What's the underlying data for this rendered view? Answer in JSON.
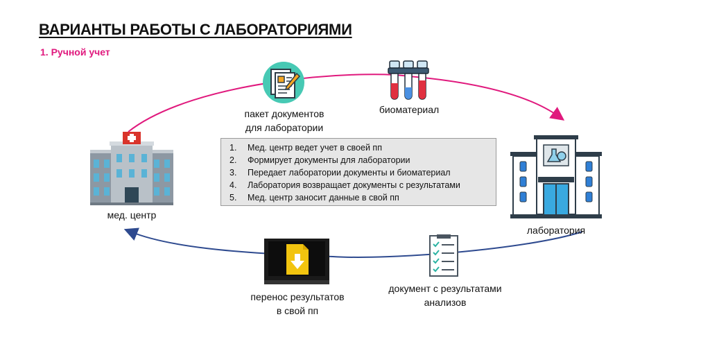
{
  "title": "ВАРИАНТЫ РАБОТЫ С ЛАБОРАТОРИЯМИ",
  "subtitle": "1. Ручной учет",
  "nodes": {
    "med_center": "мед. центр",
    "laboratory": "лаборатория",
    "documents_package_line1": "пакет документов",
    "documents_package_line2": "для лаборатории",
    "biomaterial": "биоматериал",
    "transfer_results_line1": "перенос результатов",
    "transfer_results_line2": "в свой пп",
    "results_doc_line1": "документ с результатами",
    "results_doc_line2": "анализов"
  },
  "steps": [
    {
      "num": "1.",
      "text": "Мед. центр ведет учет в своей пп"
    },
    {
      "num": "2.",
      "text": "Формирует документы для лаборатории"
    },
    {
      "num": "3.",
      "text": "Передает лаборатории документы и биоматериал"
    },
    {
      "num": "4.",
      "text": "Лаборатория возвращает документы с результатами"
    },
    {
      "num": "5.",
      "text": "Мед. центр заносит данные в свой пп"
    }
  ],
  "colors": {
    "accent_pink": "#e0197d",
    "arrow_blue": "#2e4a8f",
    "icon_teal": "#47c9b4"
  },
  "icons": [
    "hospital-icon",
    "laboratory-icon",
    "documents-icon",
    "test-tubes-icon",
    "laptop-download-icon",
    "checklist-icon"
  ]
}
